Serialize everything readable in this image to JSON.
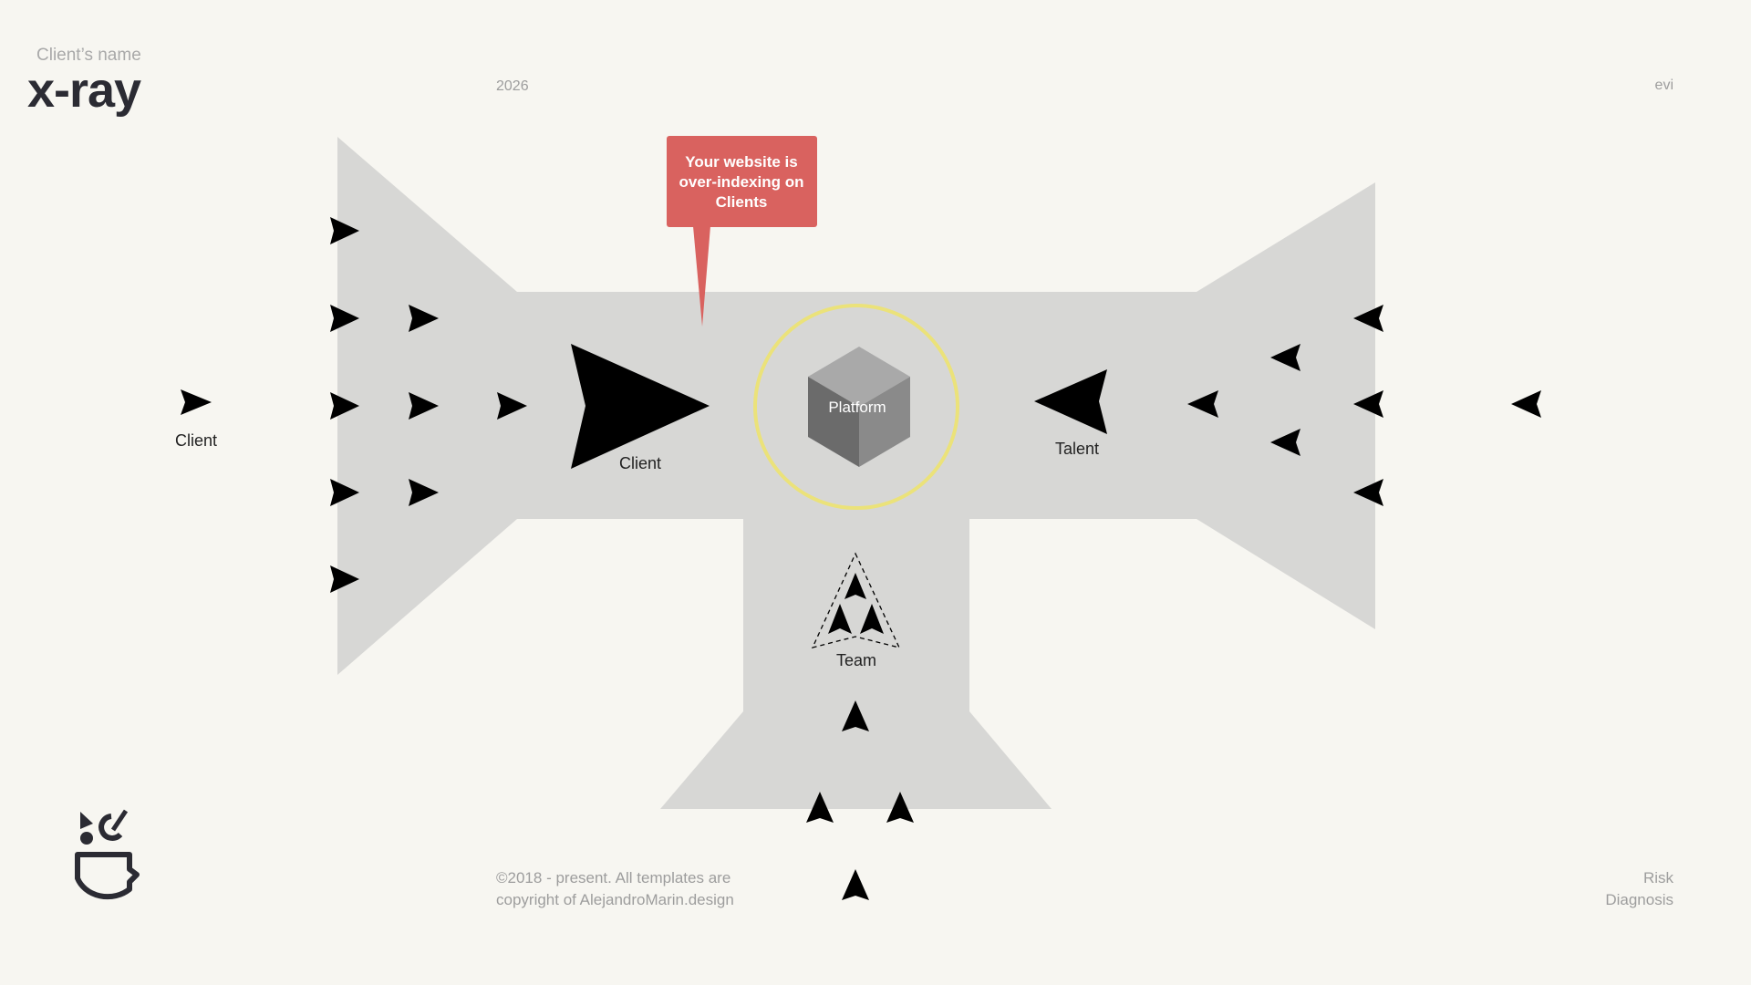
{
  "header": {
    "client_name": "Client’s name",
    "title": "x-ray",
    "year": "2026",
    "evi": "evi"
  },
  "diagram": {
    "callout": [
      "Your website is",
      "over-indexing on",
      "Clients"
    ],
    "platform_label": "Platform",
    "client_label_outside": "Client",
    "client_label_inner": "Client",
    "talent_label": "Talent",
    "team_label": "Team"
  },
  "footer": {
    "copyright_line1": "©2018 - present. All templates are",
    "copyright_line2": "copyright of AlejandroMarin.design",
    "risk": "Risk",
    "diagnosis": "Diagnosis"
  },
  "colors": {
    "background": "#f7f6f1",
    "shape_fill": "#d7d7d5",
    "callout": "#d9625f",
    "highlight_ring": "#ebe27a",
    "arrows": "#000000"
  }
}
